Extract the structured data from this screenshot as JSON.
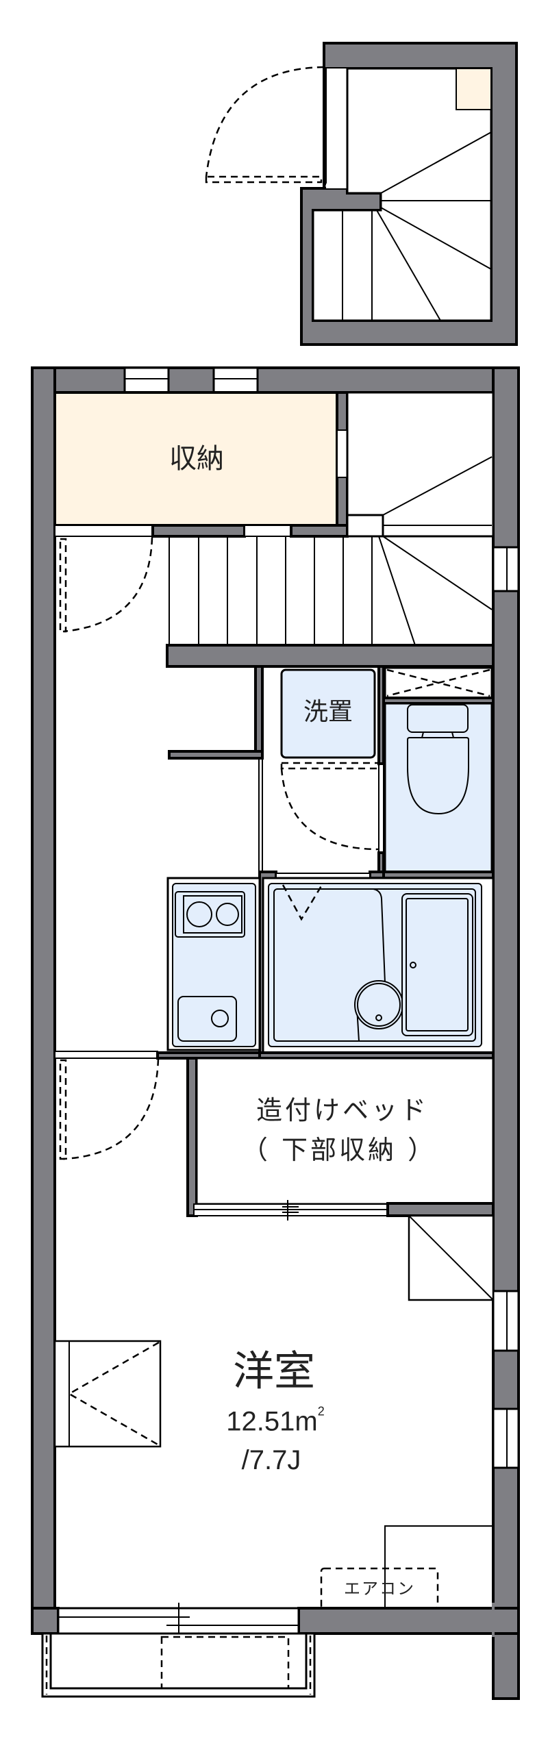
{
  "floorplan": {
    "colors": {
      "wall": "#7f7f84",
      "storage_fill": "#fff4e3",
      "wet_area_fill": "#e3eefc",
      "line": "#000000"
    },
    "rooms": {
      "storage": {
        "label": "収納"
      },
      "washer_space": {
        "label": "洗置"
      },
      "built_in_bed": {
        "label_line1": "造付けベッド",
        "label_line2": "（ 下部収納 ）"
      },
      "western_room": {
        "label": "洋室",
        "area": "12.51",
        "area_unit": "m",
        "area_sup": "2",
        "jo": "/7.7J"
      },
      "air_conditioner": {
        "label": "エアコン"
      }
    },
    "fixtures": [
      "staircase-upper",
      "staircase-lower",
      "toilet",
      "unit-bath",
      "kitchen-2-burner",
      "kitchen-sink",
      "closet",
      "balcony"
    ]
  }
}
